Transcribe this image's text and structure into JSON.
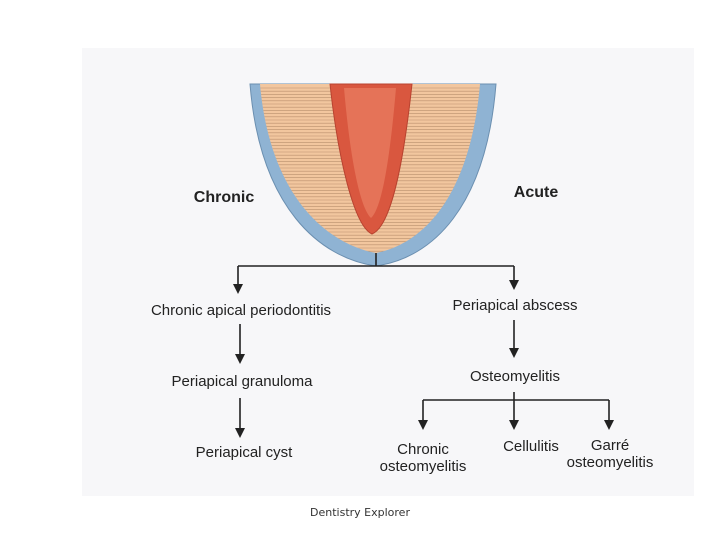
{
  "labels": {
    "chronic": "Chronic",
    "acute": "Acute",
    "chronic_apical_periodontitis": "Chronic apical periodontitis",
    "periapical_granuloma": "Periapical granuloma",
    "periapical_cyst": "Periapical cyst",
    "periapical_abscess": "Periapical abscess",
    "osteomyelitis": "Osteomyelitis",
    "chronic_osteomyelitis": [
      "Chronic",
      "osteomyelitis"
    ],
    "cellulitis": "Cellulitis",
    "garre_osteomyelitis": [
      "Garré",
      "osteomyelitis"
    ]
  },
  "footer": "Dentistry Explorer",
  "colors": {
    "pulp": "#d9573f",
    "pulp_light": "#ee8a6e",
    "dentin": "#f2c69e",
    "dentin_lines": "#b98f6c",
    "cementum": "#8fb3d3",
    "ink": "#222222"
  }
}
